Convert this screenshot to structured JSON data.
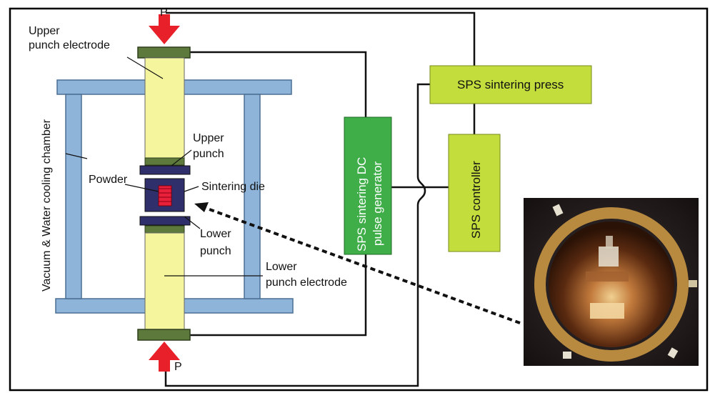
{
  "labels": {
    "p_top": "P",
    "p_bottom": "P",
    "upper_punch_electrode_line1": "Upper",
    "upper_punch_electrode_line2": "punch electrode",
    "upper_punch_line1": "Upper",
    "upper_punch_line2": "punch",
    "powder": "Powder",
    "sintering_die": "Sintering die",
    "lower_punch_line1": "Lower",
    "lower_punch_line2": "punch",
    "lower_punch_electrode_line1": "Lower",
    "lower_punch_electrode_line2": "punch electrode",
    "chamber": "Vacuum & Water cooling chamber"
  },
  "boxes": {
    "generator_line1": "SPS sintering DC",
    "generator_line2": "pulse generator",
    "press": "SPS sintering press",
    "controller": "SPS controller"
  },
  "colors": {
    "chamber_blue": "#8fb4d9",
    "electrode_yellow": "#f4f59c",
    "band_green": "#5d7a3c",
    "punch_navy": "#2f2f6b",
    "powder_red": "#e8203a",
    "arrow_red": "#e8202a",
    "generator_green": "#3fae49",
    "press_green": "#c3dd3c"
  },
  "photo": {
    "description_icon": "sps-chamber-photo"
  }
}
